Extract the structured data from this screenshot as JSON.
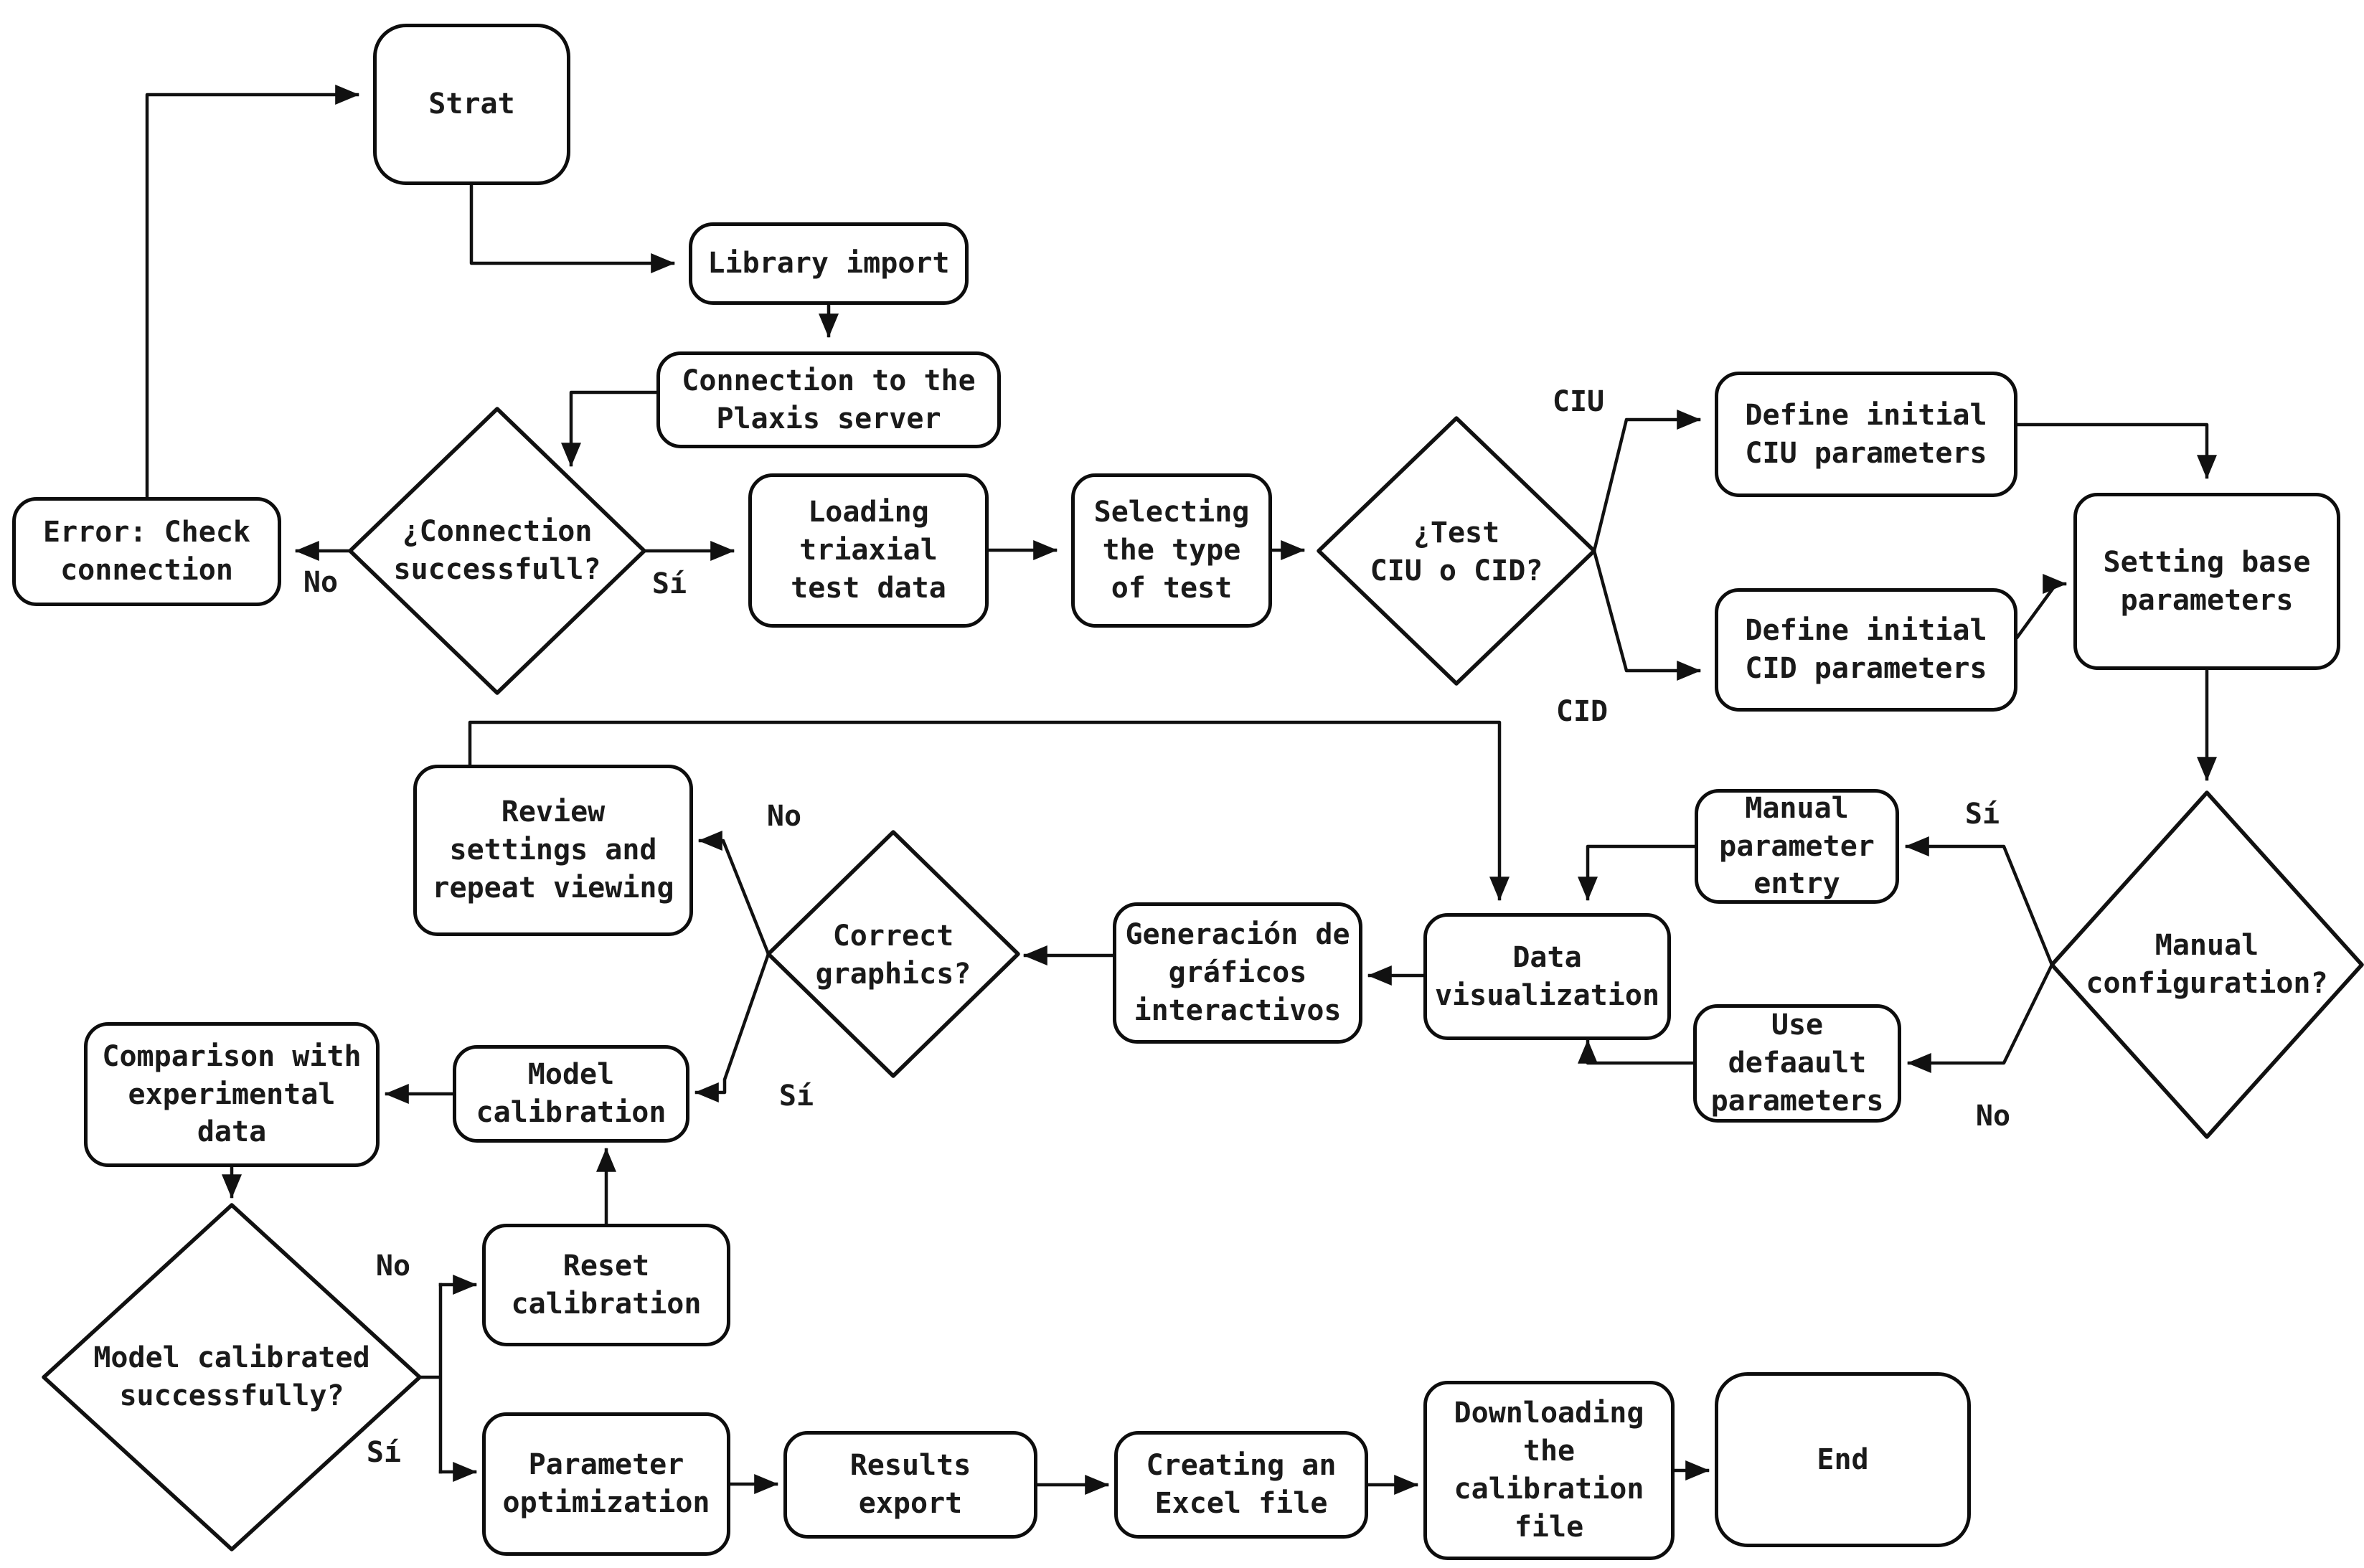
{
  "colors": {
    "line": "#111111",
    "node_fill": "#ffffff",
    "background": "#ffffff",
    "text": "#1a1a1a"
  },
  "nodes": {
    "start": {
      "label": "Strat"
    },
    "library": {
      "label": "Library import"
    },
    "plaxis": {
      "label": "Connection to the\nPlaxis server"
    },
    "error": {
      "label": "Error: Check\nconnection"
    },
    "loading": {
      "label": "Loading\ntriaxial\ntest data"
    },
    "selecting": {
      "label": "Selecting\nthe type\nof test"
    },
    "define_ciu": {
      "label": "Define initial\nCIU parameters"
    },
    "define_cid": {
      "label": "Define initial\nCID parameters"
    },
    "setting_base": {
      "label": "Setting base\nparameters"
    },
    "manual_entry": {
      "label": "Manual\nparameter\nentry"
    },
    "default_params": {
      "label": "Use\ndefaault\nparameters"
    },
    "data_viz": {
      "label": "Data\nvisualization"
    },
    "graficos": {
      "label": "Generación de\ngráficos\ninteractivos"
    },
    "review": {
      "label": "Review\nsettings and\nrepeat viewing"
    },
    "model_cal": {
      "label": "Model\ncalibration"
    },
    "comparison": {
      "label": "Comparison with\nexperimental\ndata"
    },
    "reset": {
      "label": "Reset\ncalibration"
    },
    "param_opt": {
      "label": "Parameter\noptimization"
    },
    "results": {
      "label": "Results\nexport"
    },
    "excel": {
      "label": "Creating an\nExcel file"
    },
    "download": {
      "label": "Downloading\nthe\ncalibration\nfile"
    },
    "end": {
      "label": "End"
    }
  },
  "decisions": {
    "connection": {
      "label": "¿Connection\nsuccessfull?"
    },
    "test_type": {
      "label": "¿Test\nCIU o CID?"
    },
    "manual_config": {
      "label": "Manual\nconfiguration?"
    },
    "graphics": {
      "label": "Correct\ngraphics?"
    },
    "calibrated": {
      "label": "Model calibrated\nsuccessfully?"
    }
  },
  "edge_labels": {
    "connection_no": "No",
    "connection_yes": "Sí",
    "test_ciu": "CIU",
    "test_cid": "CID",
    "manual_yes": "Sí",
    "manual_no": "No",
    "graphics_no": "No",
    "graphics_yes": "Sí",
    "calibrated_no": "No",
    "calibrated_yes": "Sí"
  },
  "edges": [
    {
      "from": "error",
      "to": "start"
    },
    {
      "from": "start",
      "to": "library"
    },
    {
      "from": "library",
      "to": "plaxis"
    },
    {
      "from": "plaxis",
      "to": "connection"
    },
    {
      "from": "connection",
      "to": "error",
      "label": "No"
    },
    {
      "from": "connection",
      "to": "loading",
      "label": "Sí"
    },
    {
      "from": "loading",
      "to": "selecting"
    },
    {
      "from": "selecting",
      "to": "test_type"
    },
    {
      "from": "test_type",
      "to": "define_ciu",
      "label": "CIU"
    },
    {
      "from": "test_type",
      "to": "define_cid",
      "label": "CID"
    },
    {
      "from": "define_ciu",
      "to": "setting_base"
    },
    {
      "from": "define_cid",
      "to": "setting_base"
    },
    {
      "from": "setting_base",
      "to": "manual_config"
    },
    {
      "from": "manual_config",
      "to": "manual_entry",
      "label": "Sí"
    },
    {
      "from": "manual_config",
      "to": "default_params",
      "label": "No"
    },
    {
      "from": "manual_entry",
      "to": "data_viz"
    },
    {
      "from": "default_params",
      "to": "data_viz"
    },
    {
      "from": "data_viz",
      "to": "graficos"
    },
    {
      "from": "graficos",
      "to": "graphics"
    },
    {
      "from": "graphics",
      "to": "review",
      "label": "No"
    },
    {
      "from": "graphics",
      "to": "model_cal",
      "label": "Sí"
    },
    {
      "from": "review",
      "to": "data_viz"
    },
    {
      "from": "model_cal",
      "to": "comparison"
    },
    {
      "from": "comparison",
      "to": "calibrated"
    },
    {
      "from": "calibrated",
      "to": "reset",
      "label": "No"
    },
    {
      "from": "calibrated",
      "to": "param_opt",
      "label": "Sí"
    },
    {
      "from": "reset",
      "to": "model_cal"
    },
    {
      "from": "param_opt",
      "to": "results"
    },
    {
      "from": "results",
      "to": "excel"
    },
    {
      "from": "excel",
      "to": "download"
    },
    {
      "from": "download",
      "to": "end"
    }
  ]
}
